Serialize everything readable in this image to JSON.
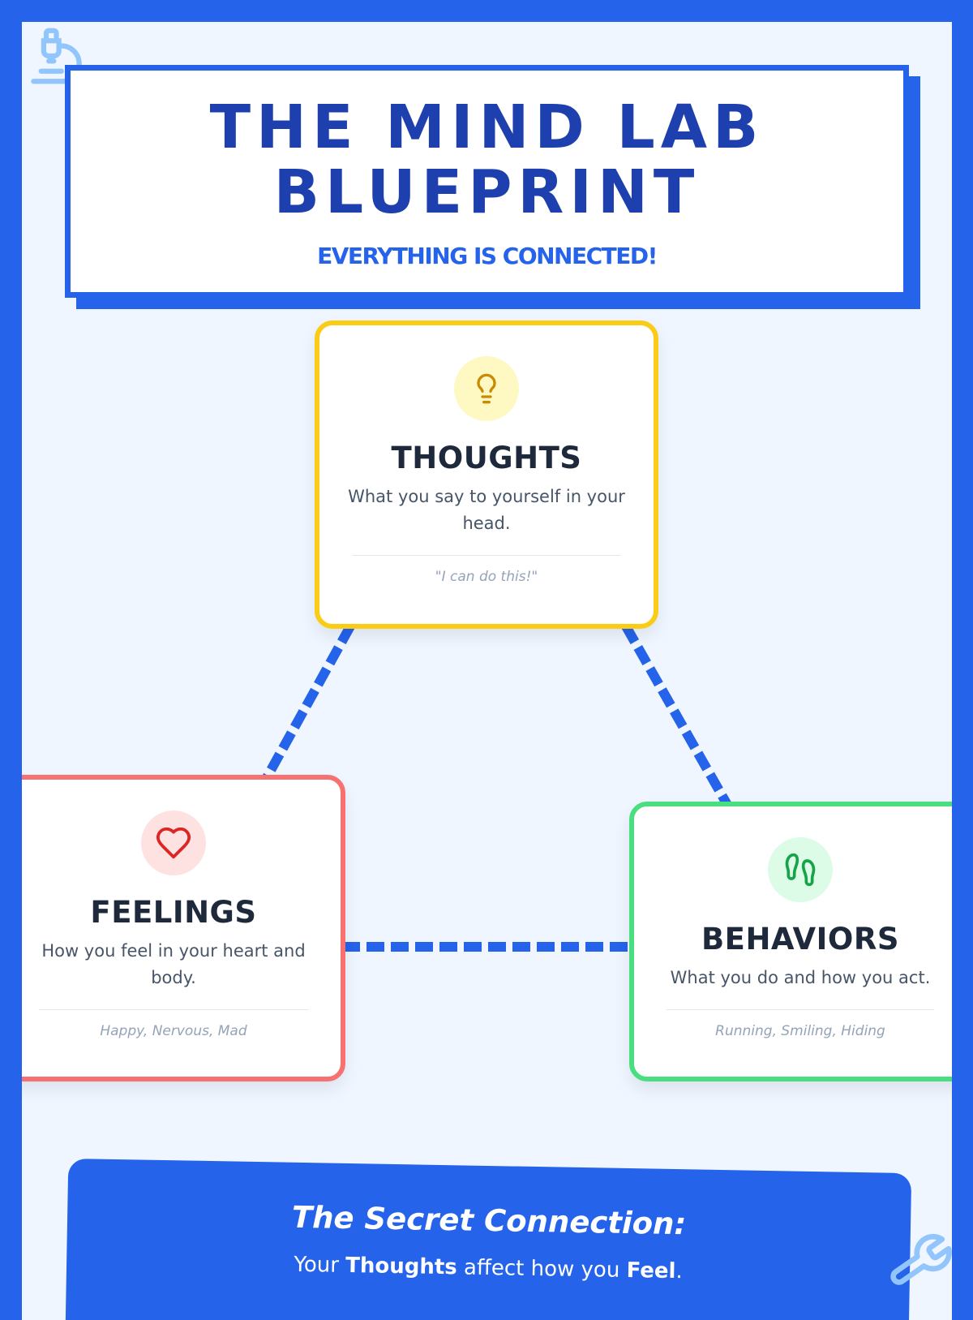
{
  "header": {
    "title_line1": "THE MIND LAB",
    "title_line2": "BLUEPRINT",
    "subtitle": "EVERYTHING IS CONNECTED!"
  },
  "cards": [
    {
      "title": "THOUGHTS",
      "description": "What you say to yourself in your head.",
      "example": "\"I can do this!\"",
      "color": "#facc15",
      "icon": "lightbulb-icon"
    },
    {
      "title": "FEELINGS",
      "description": "How you feel in your heart and body.",
      "example": "Happy, Nervous, Mad",
      "color": "#f87171",
      "icon": "heart-icon"
    },
    {
      "title": "BEHAVIORS",
      "description": "What you do and how you act.",
      "example": "Running, Smiling, Hiding",
      "color": "#4ade80",
      "icon": "footprints-icon"
    }
  ],
  "banner": {
    "title": "The Secret Connection:",
    "line_pre": "Your ",
    "line_b1": "Thoughts",
    "line_mid": " affect how you ",
    "line_b2": "Feel",
    "line_end": "."
  },
  "colors": {
    "primary": "#2563eb",
    "dark": "#1e40af",
    "bg": "#eff6ff"
  }
}
